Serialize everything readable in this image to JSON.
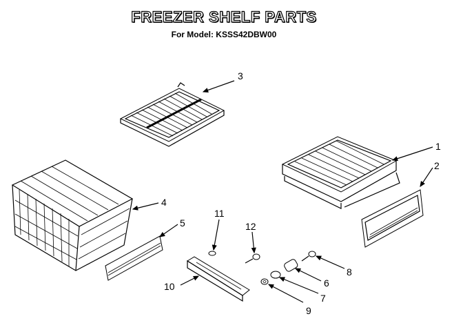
{
  "title": "FREEZER SHELF PARTS",
  "subtitle": "For Model: KSSS42DBW00",
  "callouts": [
    "1",
    "2",
    "3",
    "4",
    "5",
    "6",
    "7",
    "8",
    "9",
    "10",
    "11",
    "12"
  ]
}
